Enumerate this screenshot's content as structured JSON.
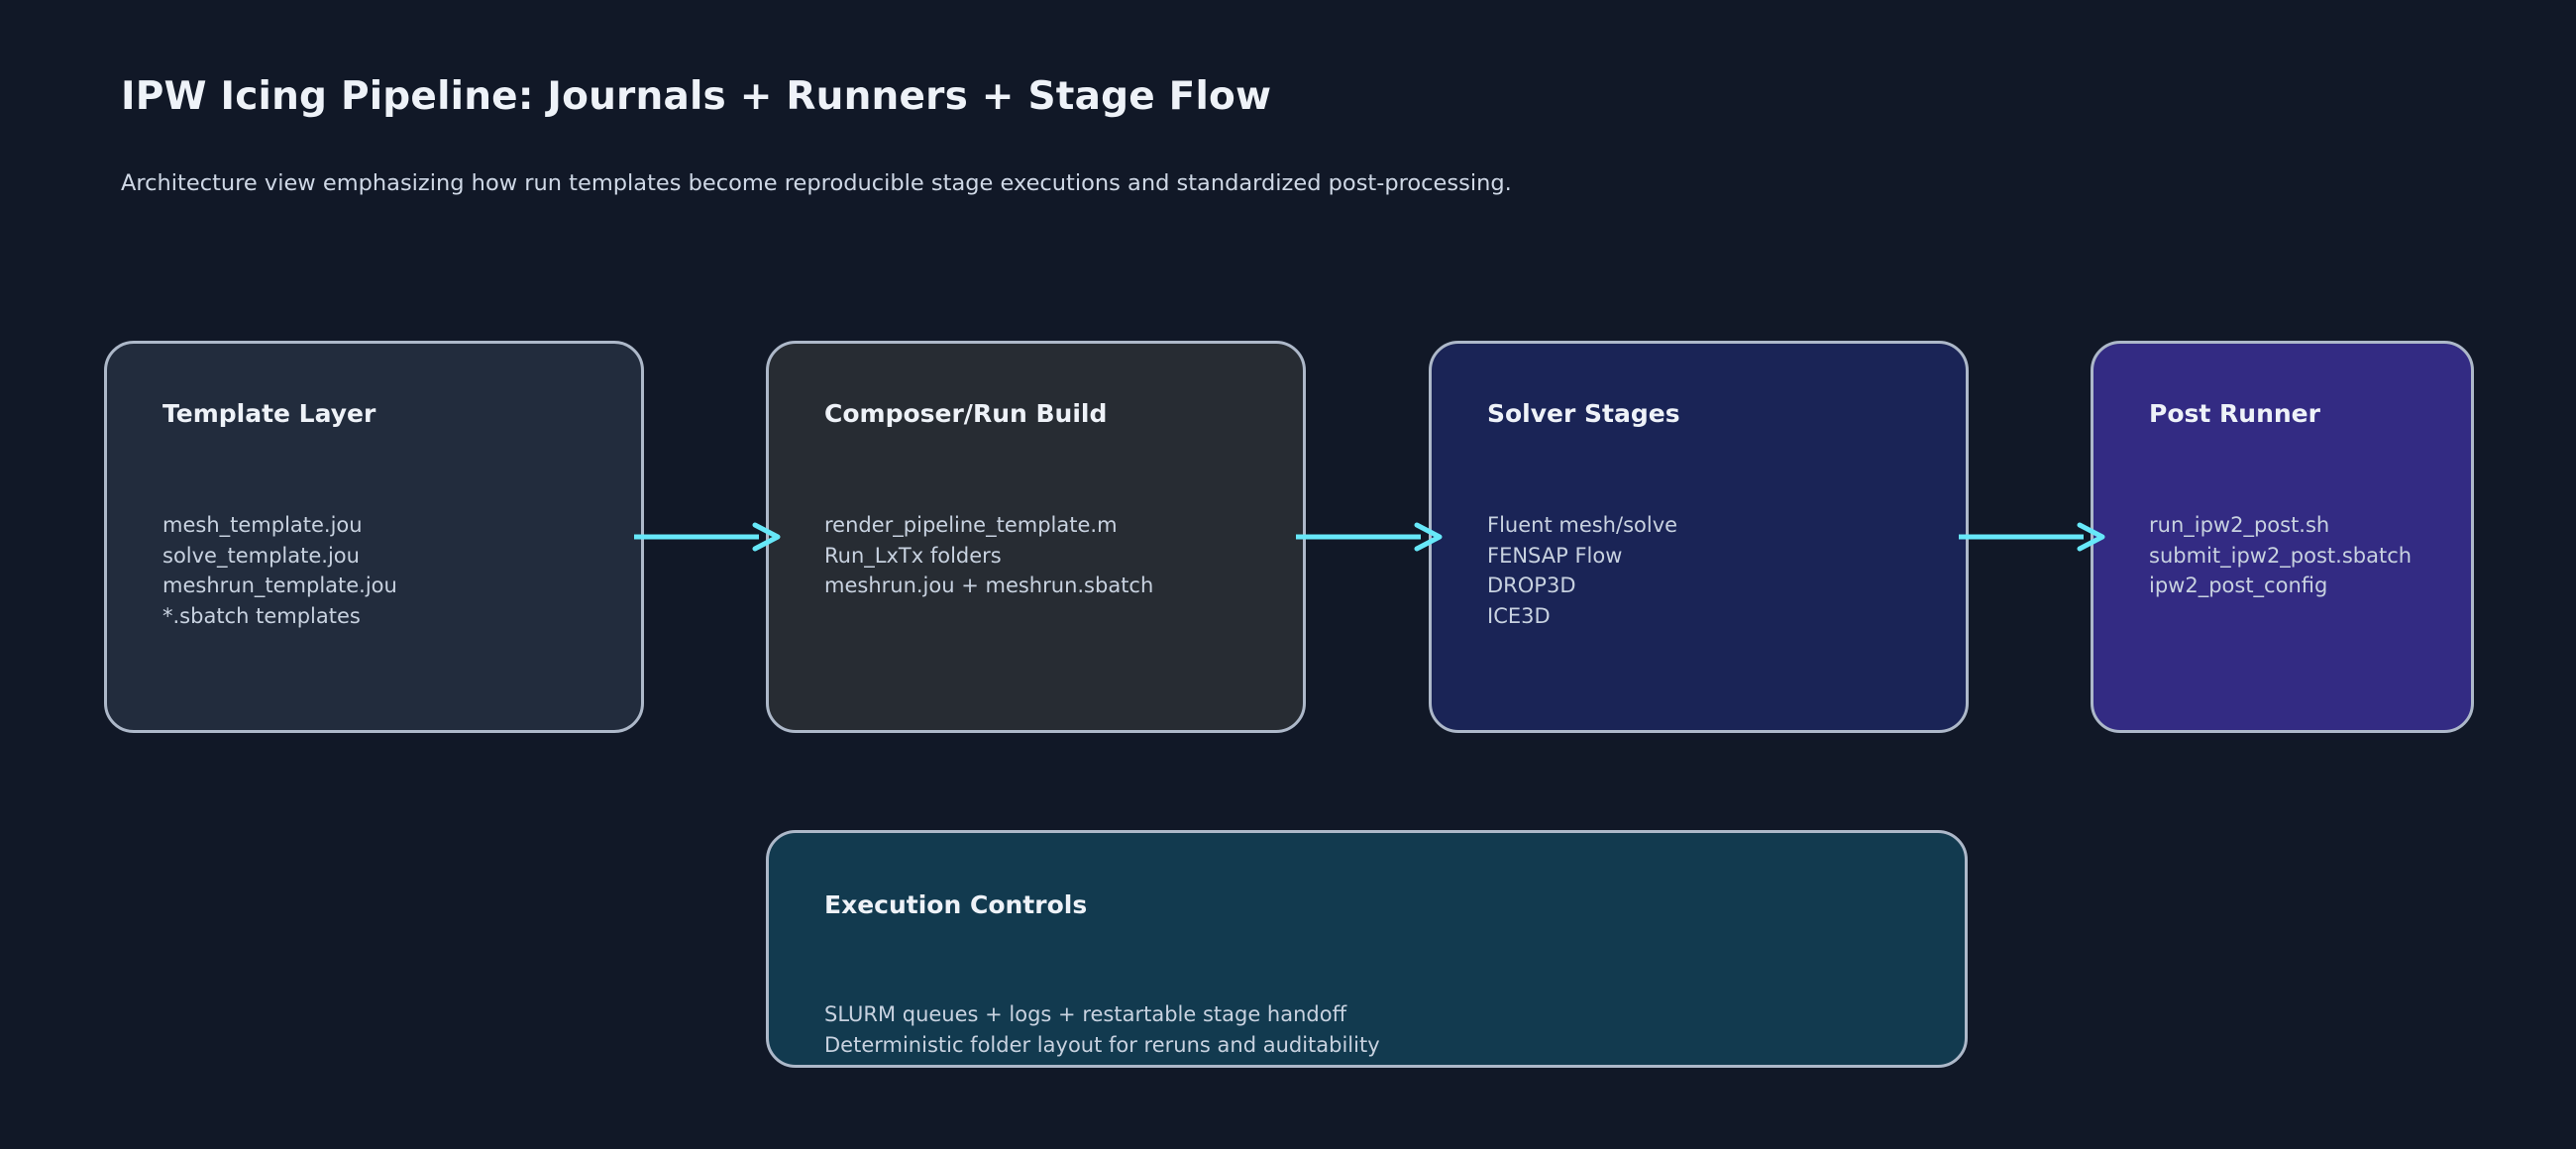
{
  "header": {
    "title": "IPW Icing Pipeline: Journals + Runners + Stage Flow",
    "subtitle": "Architecture view emphasizing how run templates become reproducible stage executions and standardized post-processing."
  },
  "colors": {
    "background": "#111827",
    "border": "#adb8c9",
    "arrow": "#67e8f9",
    "title_text": "#eef2f8",
    "body_text": "#c8d2e0",
    "node_template_fill": "#222c3d",
    "node_composer_fill": "#272c33",
    "node_solver_fill": "#1a2456",
    "node_post_fill": "#332b83",
    "node_exec_fill": "#123a4f"
  },
  "nodes": [
    {
      "id": "template-layer",
      "title": "Template Layer",
      "lines": [
        "mesh_template.jou",
        "solve_template.jou",
        "meshrun_template.jou",
        "*.sbatch templates"
      ]
    },
    {
      "id": "composer-run-build",
      "title": "Composer/Run Build",
      "lines": [
        "render_pipeline_template.m",
        "Run_LxTx folders",
        "meshrun.jou + meshrun.sbatch"
      ]
    },
    {
      "id": "solver-stages",
      "title": "Solver Stages",
      "lines": [
        "Fluent mesh/solve",
        "FENSAP Flow",
        "DROP3D",
        "ICE3D"
      ]
    },
    {
      "id": "post-runner",
      "title": "Post Runner",
      "lines": [
        "run_ipw2_post.sh",
        "submit_ipw2_post.sbatch",
        "ipw2_post_config"
      ]
    },
    {
      "id": "execution-controls",
      "title": "Execution Controls",
      "lines": [
        "SLURM queues + logs + restartable stage handoff",
        "Deterministic folder layout for reruns and auditability"
      ]
    }
  ],
  "arrows": [
    {
      "id": "template-to-composer",
      "from": "template-layer",
      "to": "composer-run-build"
    },
    {
      "id": "composer-to-solver",
      "from": "composer-run-build",
      "to": "solver-stages"
    },
    {
      "id": "solver-to-post",
      "from": "solver-stages",
      "to": "post-runner"
    }
  ]
}
